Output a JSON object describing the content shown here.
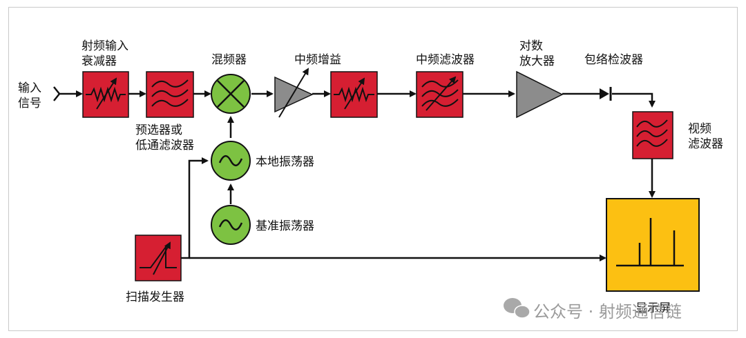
{
  "colors": {
    "red_block": "#d61f32",
    "green_osc": "#7dc242",
    "gray_amp": "#8c8c8c",
    "yellow_display": "#fcc012",
    "line": "#111111"
  },
  "labels": {
    "input_signal": [
      "输入",
      "信号"
    ],
    "rf_attenuator": [
      "射频输入",
      "衰减器"
    ],
    "preselector": [
      "预选器或",
      "低通滤波器"
    ],
    "mixer": "混频器",
    "if_gain": "中频增益",
    "if_filter": "中频滤波器",
    "log_amp": [
      "对数",
      "放大器"
    ],
    "envelope_detector": "包络检波器",
    "video_filter": [
      "视频",
      "滤波器"
    ],
    "local_oscillator": "本地振荡器",
    "reference_oscillator": "基准振荡器",
    "sweep_generator": "扫描发生器",
    "display": "显示屏"
  },
  "watermark": "公众号 · 射频通信链",
  "icons": [
    "wechat-icon",
    "attenuator-icon",
    "filter-icon",
    "mixer-icon",
    "oscillator-icon",
    "amplifier-icon",
    "diode-icon",
    "sweep-ramp-icon"
  ]
}
